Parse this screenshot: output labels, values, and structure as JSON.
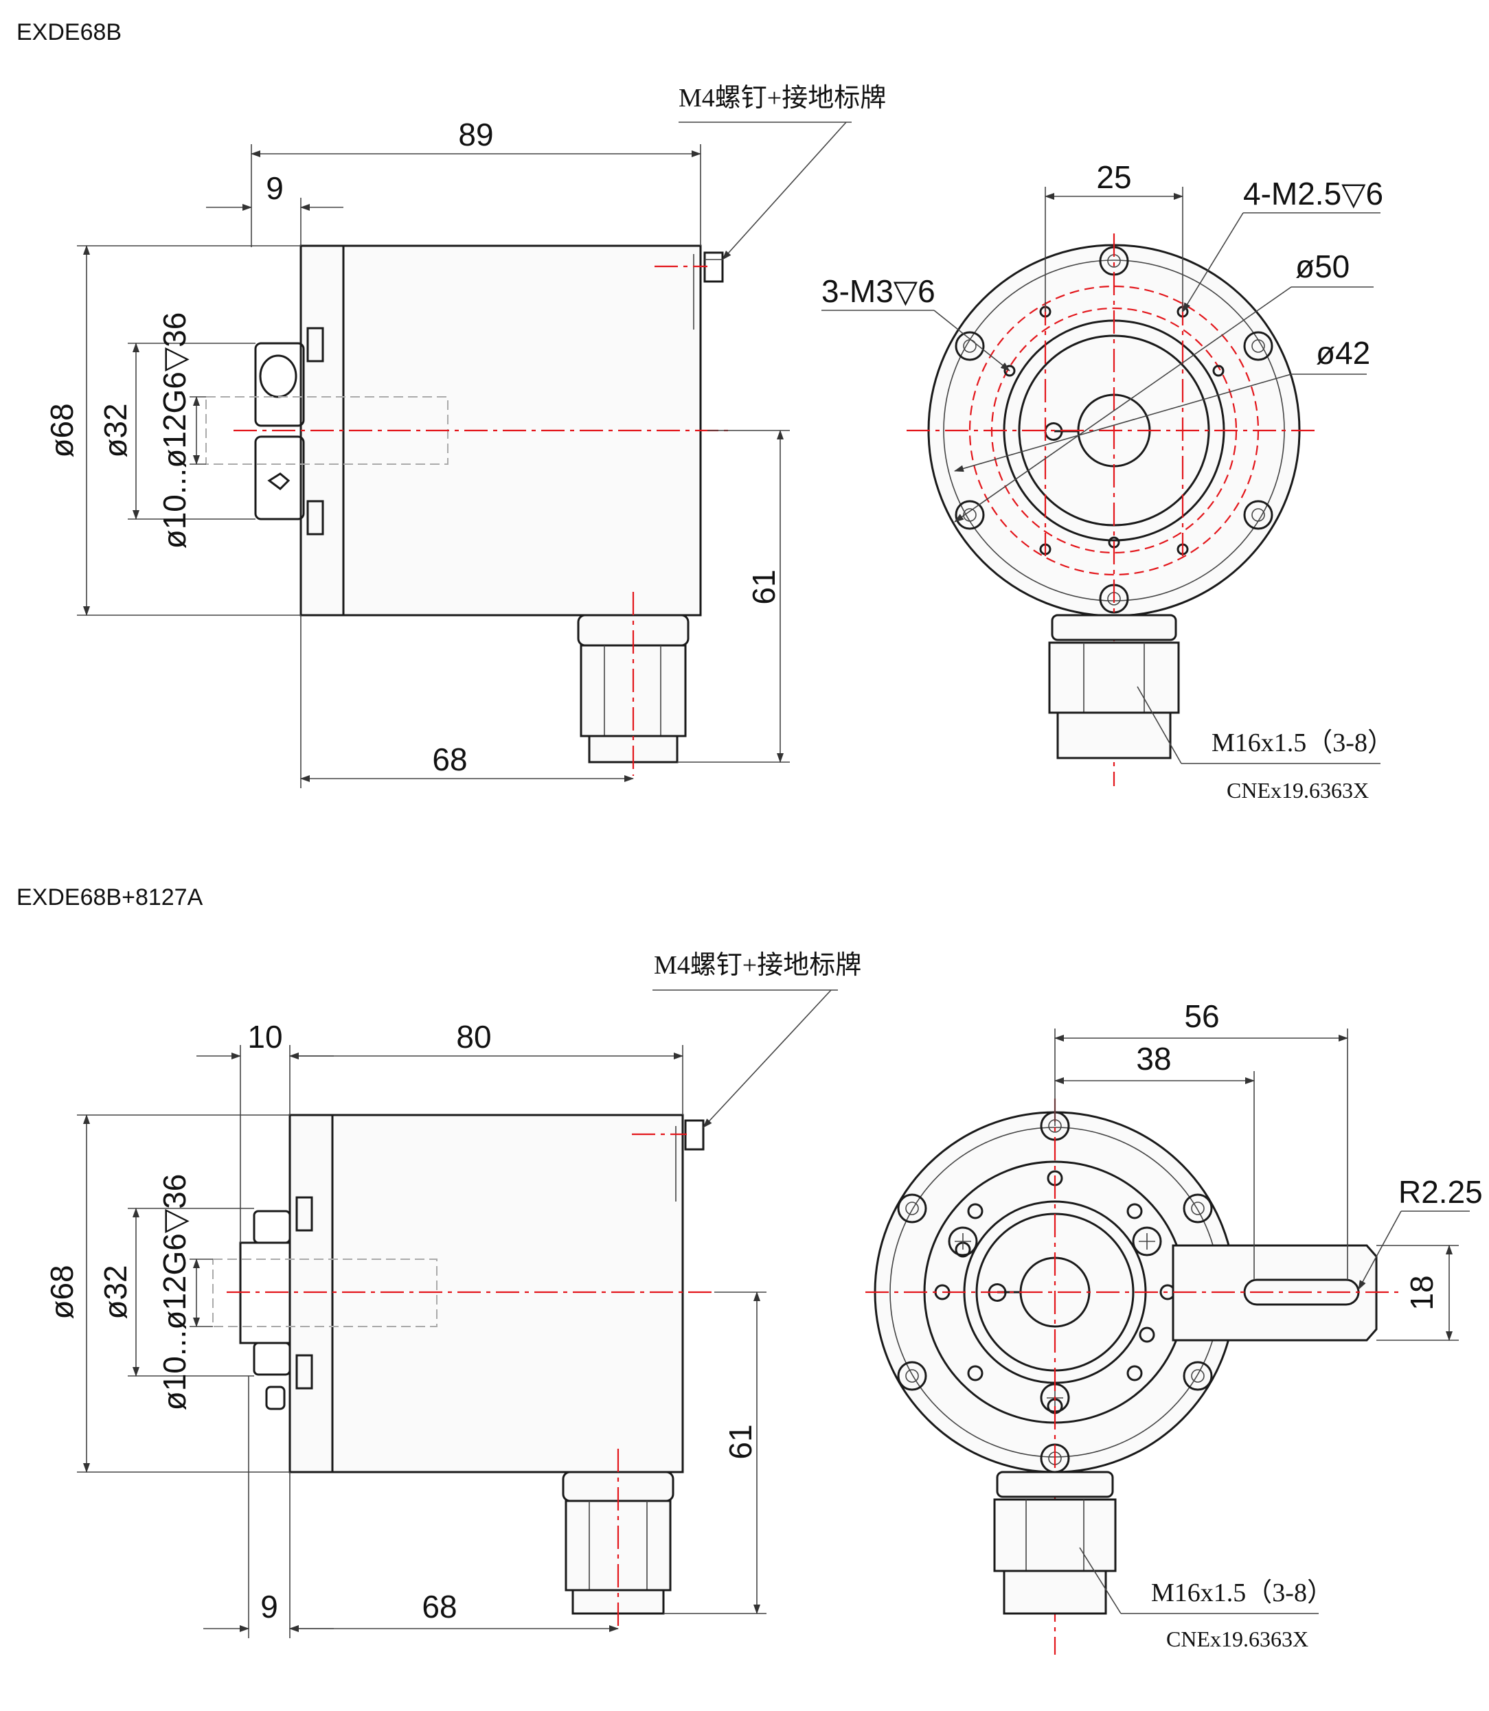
{
  "drawings": [
    {
      "title": "EXDE68B",
      "side": {
        "screw_note": "M4螺钉+接地标牌",
        "dims": {
          "length_total": "89",
          "flange": "9",
          "body_dia": "ø68",
          "clamp_dia": "ø32",
          "shaft_dia": "ø10...ø12G6▽36",
          "height_connector": "61",
          "connector_offset": "68"
        }
      },
      "front": {
        "dims": {
          "hole_spacing": "25",
          "thread_a": "4-M2.5▽6",
          "thread_b": "3-M3▽6",
          "pcd_a": "ø50",
          "pcd_b": "ø42"
        },
        "connector_note": "M16x1.5（3-8）",
        "cert": "CNEx19.6363X"
      }
    },
    {
      "title": "EXDE68B+8127A",
      "side": {
        "screw_note": "M4螺钉+接地标牌",
        "dims": {
          "flange": "10",
          "length_body": "80",
          "body_dia": "ø68",
          "clamp_dia": "ø32",
          "shaft_dia": "ø10...ø12G6▽36",
          "height_connector": "61",
          "flange_bottom": "9",
          "connector_offset": "68"
        }
      },
      "front": {
        "dims": {
          "arm_total": "56",
          "arm_slot": "38",
          "radius": "R2.25",
          "arm_width": "18"
        },
        "connector_note": "M16x1.5（3-8）",
        "cert": "CNEx19.6363X"
      }
    }
  ]
}
